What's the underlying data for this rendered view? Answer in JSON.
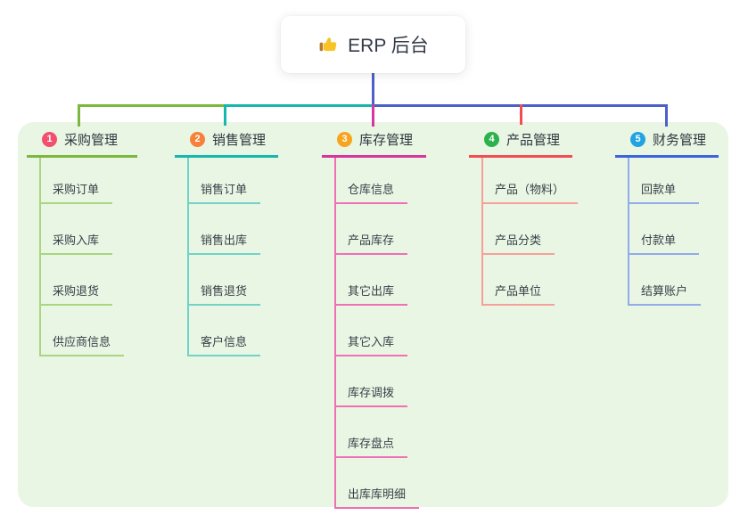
{
  "root": {
    "label": "ERP 后台",
    "icon": "thumbs-up-icon"
  },
  "colors": {
    "page_bg": "#ffffff",
    "panel_bg": "#e9f6e4",
    "root_line": "#4d60ca",
    "title_text": "#2f3640",
    "child_text": "#3a4049"
  },
  "branches": [
    {
      "id": "1",
      "label": "采购管理",
      "colors": {
        "badge": "#f2506e",
        "line": "#7cb83e",
        "child_line": "#a9d67f"
      },
      "children": [
        "采购订单",
        "采购入库",
        "采购退货",
        "供应商信息"
      ]
    },
    {
      "id": "2",
      "label": "销售管理",
      "colors": {
        "badge": "#f6813a",
        "line": "#16b7ad",
        "child_line": "#71d3c7"
      },
      "children": [
        "销售订单",
        "销售出库",
        "销售退货",
        "客户信息"
      ]
    },
    {
      "id": "3",
      "label": "库存管理",
      "colors": {
        "badge": "#f8a41f",
        "line": "#d8359e",
        "child_line": "#f070b5"
      },
      "children": [
        "仓库信息",
        "产品库存",
        "其它出库",
        "其它入库",
        "库存调拨",
        "库存盘点",
        "出库库明细"
      ]
    },
    {
      "id": "4",
      "label": "产品管理",
      "colors": {
        "badge": "#2bb24c",
        "line": "#f24d52",
        "child_line": "#f7a09a"
      },
      "children": [
        "产品（物料）",
        "产品分类",
        "产品单位"
      ]
    },
    {
      "id": "5",
      "label": "财务管理",
      "colors": {
        "badge": "#22a3e2",
        "line": "#3c64dd",
        "child_line": "#93abe9"
      },
      "children": [
        "回款单",
        "付款单",
        "结算账户"
      ]
    }
  ]
}
